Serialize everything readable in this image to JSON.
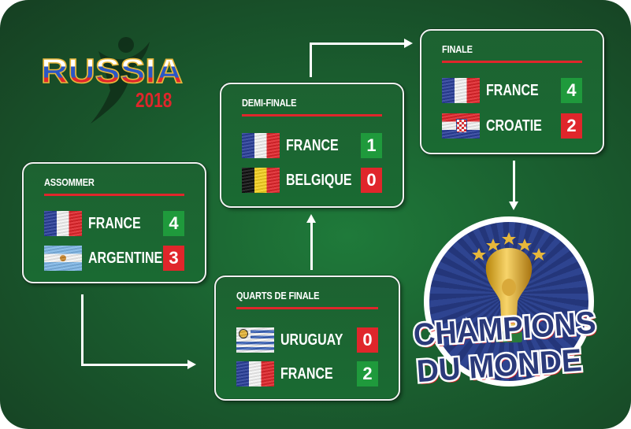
{
  "logo": {
    "title": "RUSSIA",
    "year": "2018"
  },
  "colors": {
    "background_green": "#1a5e2f",
    "win_green": "#1f9a3c",
    "loss_red": "#e0262b",
    "accent_rule": "#e0262b",
    "champion_navy": "#2b3a7a",
    "gold": "#e7b73a"
  },
  "rounds": [
    {
      "id": "r16",
      "title": "ASSOMMER",
      "teams": [
        {
          "name": "FRANCE",
          "flag": "france-flag-icon",
          "score": "4",
          "result": "win"
        },
        {
          "name": "ARGENTINE",
          "flag": "argentina-flag-icon",
          "score": "3",
          "result": "loss"
        }
      ]
    },
    {
      "id": "qf",
      "title": "QUARTS DE FINALE",
      "teams": [
        {
          "name": "URUGUAY",
          "flag": "uruguay-flag-icon",
          "score": "0",
          "result": "loss"
        },
        {
          "name": "FRANCE",
          "flag": "france-flag-icon",
          "score": "2",
          "result": "win"
        }
      ]
    },
    {
      "id": "sf",
      "title": "DEMI-FINALE",
      "teams": [
        {
          "name": "FRANCE",
          "flag": "france-flag-icon",
          "score": "1",
          "result": "win"
        },
        {
          "name": "BELGIQUE",
          "flag": "belgium-flag-icon",
          "score": "0",
          "result": "loss"
        }
      ]
    },
    {
      "id": "final",
      "title": "FINALE",
      "teams": [
        {
          "name": "FRANCE",
          "flag": "france-flag-icon",
          "score": "4",
          "result": "win"
        },
        {
          "name": "CROATIE",
          "flag": "croatia-flag-icon",
          "score": "2",
          "result": "loss"
        }
      ]
    }
  ],
  "champion_badge": {
    "line1": "CHAMPIONS",
    "line2": "DU MONDE",
    "stars": 5,
    "icon": "trophy-icon"
  }
}
